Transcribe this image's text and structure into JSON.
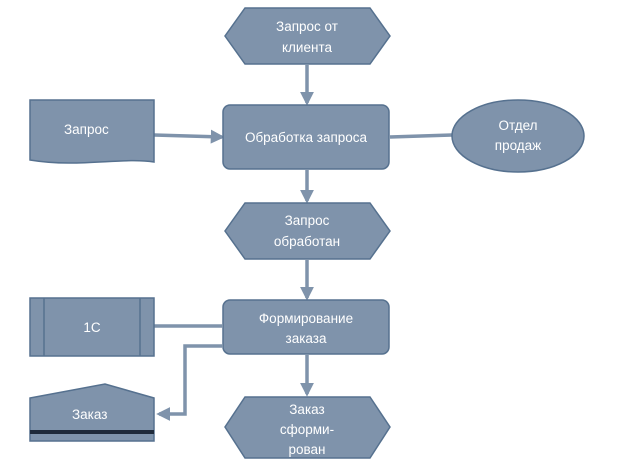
{
  "diagram": {
    "request_from_client": {
      "line1": "Запрос от",
      "line2": "клиента"
    },
    "request_doc": {
      "label": "Запрос"
    },
    "processing": {
      "label": "Обработка запроса"
    },
    "sales_dept": {
      "line1": "Отдел",
      "line2": "продаж"
    },
    "request_processed": {
      "line1": "Запрос",
      "line2": "обработан"
    },
    "system_1c": {
      "label": "1С"
    },
    "order_forming": {
      "line1": "Формирование",
      "line2": "заказа"
    },
    "order_doc": {
      "label": "Заказ"
    },
    "order_formed": {
      "line1": "Заказ",
      "line2": "сформи-",
      "line3": "рован"
    }
  }
}
